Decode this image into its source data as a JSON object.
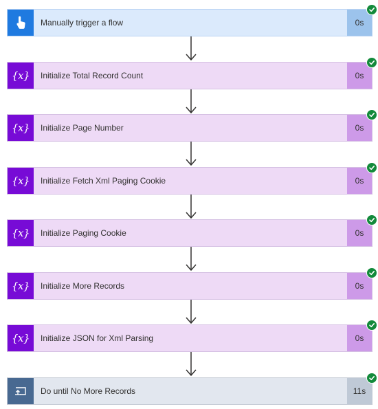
{
  "colors": {
    "trigger_accent": "#1f7ae0",
    "variable_accent": "#770bd6",
    "control_accent": "#486991",
    "success_check": "#138a3b"
  },
  "flow": {
    "steps": [
      {
        "title": "Manually trigger a flow",
        "duration": "0s",
        "kind": "trigger",
        "icon": "touch-hand-icon",
        "status": "succeeded"
      },
      {
        "title": "Initialize Total Record Count",
        "duration": "0s",
        "kind": "variable",
        "icon": "variable-icon",
        "status": "succeeded"
      },
      {
        "title": "Initialize Page Number",
        "duration": "0s",
        "kind": "variable",
        "icon": "variable-icon",
        "status": "succeeded"
      },
      {
        "title": "Initialize Fetch Xml Paging Cookie",
        "duration": "0s",
        "kind": "variable",
        "icon": "variable-icon",
        "status": "succeeded"
      },
      {
        "title": "Initialize Paging Cookie",
        "duration": "0s",
        "kind": "variable",
        "icon": "variable-icon",
        "status": "succeeded"
      },
      {
        "title": "Initialize More Records",
        "duration": "0s",
        "kind": "variable",
        "icon": "variable-icon",
        "status": "succeeded"
      },
      {
        "title": "Initialize JSON for Xml Parsing",
        "duration": "0s",
        "kind": "variable",
        "icon": "variable-icon",
        "status": "succeeded"
      },
      {
        "title": "Do until No More Records",
        "duration": "11s",
        "kind": "control",
        "icon": "loop-icon",
        "status": "succeeded"
      }
    ],
    "variable_glyph": "{x}"
  }
}
